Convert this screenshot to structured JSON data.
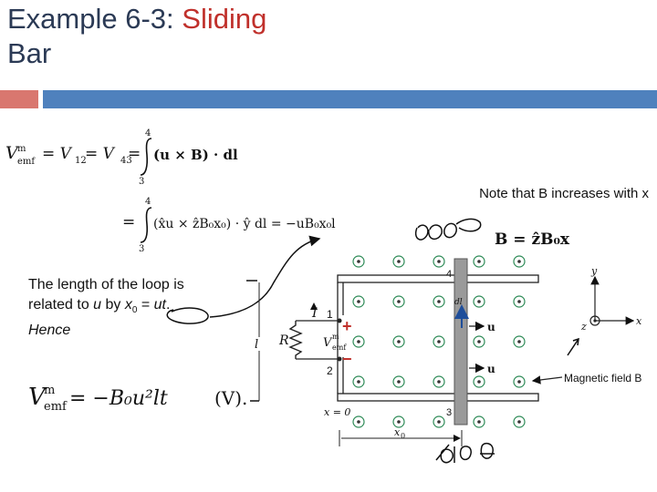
{
  "slide": {
    "title_prefix": "Example 6-3: ",
    "title_accent": "Sliding",
    "title_line2": "Bar"
  },
  "colors": {
    "title": "#2b3a55",
    "accent": "#c0302b",
    "bar_red": "#d9776f",
    "bar_blue": "#4f81bd",
    "wire": "#222222",
    "rail_shade": "#999999",
    "field_dot": "#2e8b57",
    "current_arrow": "#1f4e9a"
  },
  "note_text": "Note that B increases with x",
  "paragraph": {
    "line1": "The length of the loop is",
    "line2_a": "related to ",
    "line2_u": "u",
    "line2_b": " by ",
    "line2_x": "x",
    "line2_sub": "0",
    "line2_c": " = ",
    "line2_ut": "ut",
    "line2_d": ".",
    "line3": "Hence"
  },
  "equations": {
    "lhs_V": "V",
    "lhs_sup": "m",
    "lhs_sub": "emf",
    "eq1_rhs": "= V",
    "eq1_12": "12",
    "eq1_mid": " = V",
    "eq1_43": "43",
    "eq1_eq": " =",
    "eq1_integrand": "(u × B) · dl",
    "int_upper": "4",
    "int_lower": "3",
    "eq2_eq": "=",
    "eq2_integrand": "(x̂u × ẑB₀x₀) · ŷ dl = −uB₀x₀l",
    "final_lhs_V": "V",
    "final_sup": "m",
    "final_sub": "emf",
    "final_rhs": "= −B₀u²lt",
    "final_unit": "(V)."
  },
  "figure": {
    "B_label": "B = ẑB₀x",
    "magnetic_field_label": "Magnetic field B",
    "terminal_1": "1",
    "terminal_2": "2",
    "terminal_3": "3",
    "terminal_4": "4",
    "plus_sign": "+",
    "minus_sign": "−",
    "R_label": "R",
    "I_label": "I",
    "l_label": "l",
    "emf_V": "V",
    "emf_sup": "m",
    "emf_sub": "emf",
    "u_label": "u",
    "x0_eq": "x = 0",
    "x0_label": "x",
    "x0_sub": "0",
    "axis_x": "x",
    "axis_y": "y",
    "axis_z": "z",
    "dl_label": "dl"
  }
}
